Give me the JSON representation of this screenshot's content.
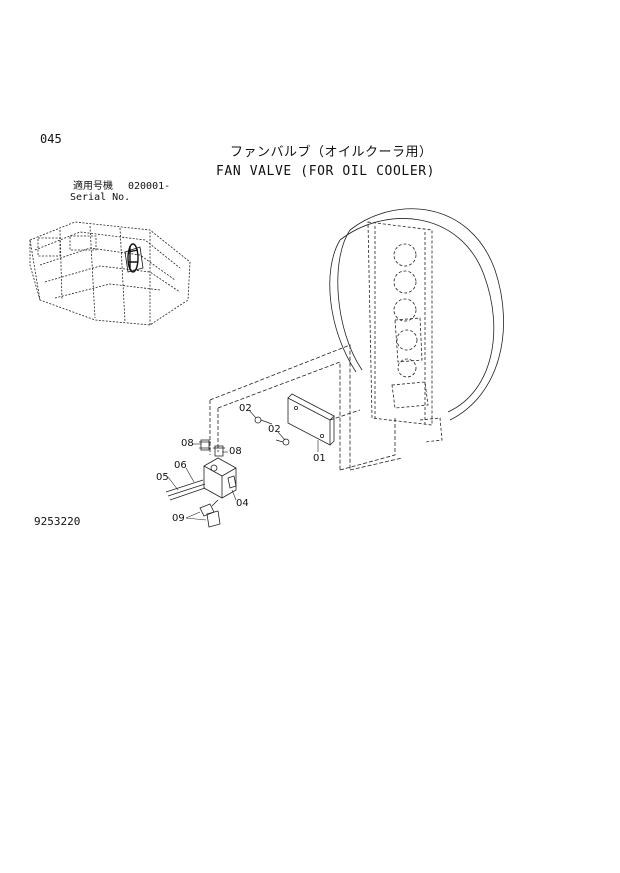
{
  "page": {
    "code": "045",
    "title_ja": "ファンバルブ（オイルクーラ用）",
    "title_en": "FAN VALVE (FOR OIL COOLER)",
    "serial_label_ja": "適用号機",
    "serial_value": "020001-",
    "serial_label_en": "Serial No.",
    "figure_number": "9253220"
  },
  "callouts": {
    "c01": "01",
    "c02a": "02",
    "c02b": "02",
    "c04": "04",
    "c05": "05",
    "c06": "06",
    "c08a": "08",
    "c08b": "08",
    "c09": "09"
  }
}
